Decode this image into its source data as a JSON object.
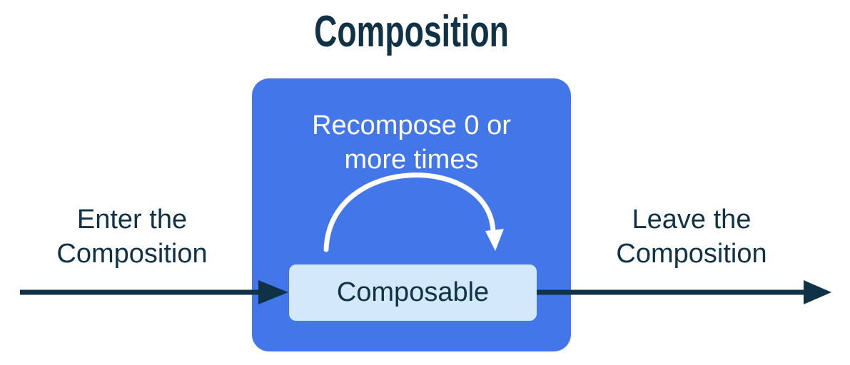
{
  "title": "Composition",
  "colors": {
    "navy": "#0f3246",
    "blue": "#4376e8",
    "light_blue": "#d3e9fb",
    "white": "#ffffff",
    "background": "#ffffff"
  },
  "composition_box": {
    "recompose_label": "Recompose 0 or\nmore times",
    "composable_label": "Composable"
  },
  "labels": {
    "enter": "Enter the\nComposition",
    "leave": "Leave the\nComposition"
  },
  "icons": {
    "enter_arrow": "right-arrow",
    "leave_arrow": "right-arrow",
    "recompose_arc": "clockwise-arc-arrow-down"
  }
}
